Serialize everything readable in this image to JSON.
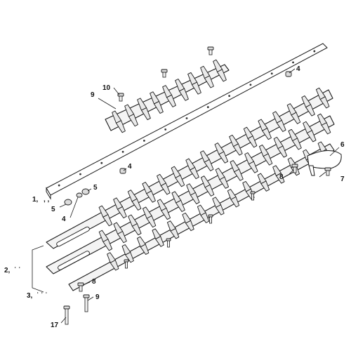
{
  "callouts": [
    {
      "id": "c10",
      "text": "10"
    },
    {
      "id": "c9a",
      "text": "9"
    },
    {
      "id": "c4a",
      "text": "4"
    },
    {
      "id": "c6",
      "text": "6"
    },
    {
      "id": "c4b",
      "text": "4"
    },
    {
      "id": "c8a",
      "text": "8"
    },
    {
      "id": "c7",
      "text": "7"
    },
    {
      "id": "c1",
      "text": "1,"
    },
    {
      "id": "c1dots",
      "text": ",     ,"
    },
    {
      "id": "c5a",
      "text": "5"
    },
    {
      "id": "c5b",
      "text": "5"
    },
    {
      "id": "c4c",
      "text": "4"
    },
    {
      "id": "c2",
      "text": "2,"
    },
    {
      "id": "c2dots",
      "text": "ʿ  ʾ"
    },
    {
      "id": "c8b",
      "text": "8"
    },
    {
      "id": "c3",
      "text": "3,"
    },
    {
      "id": "c3dots",
      "text": "ʿ  ʾ  ʾ"
    },
    {
      "id": "c9b",
      "text": "9"
    },
    {
      "id": "c17",
      "text": "17"
    }
  ],
  "colors": {
    "line": "#1a1a1a",
    "fill": "#f4f4f4",
    "tooth": "#eaeaea"
  }
}
